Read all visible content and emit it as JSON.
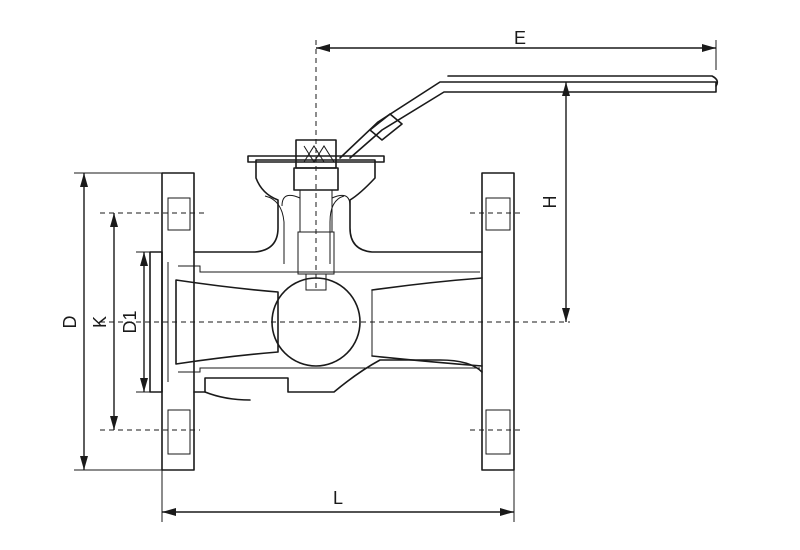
{
  "labels": {
    "E": "E",
    "H": "H",
    "D": "D",
    "K": "K",
    "D1": "D1",
    "L": "L"
  }
}
